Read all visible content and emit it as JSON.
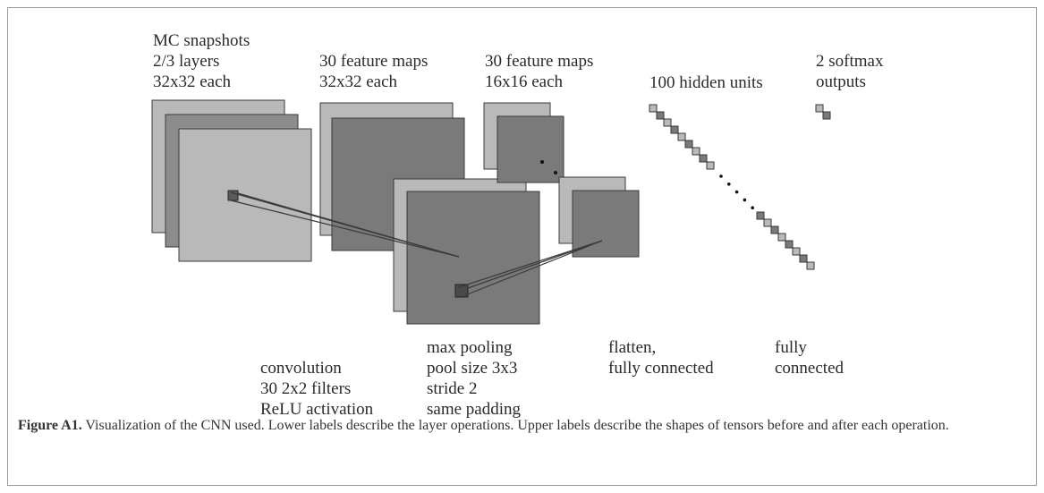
{
  "diagram": {
    "top_labels": {
      "input": [
        "MC snapshots",
        "2/3 layers",
        "32x32 each"
      ],
      "conv_out": [
        "30 feature maps",
        "32x32 each"
      ],
      "pool_out": [
        "30 feature maps",
        "16x16 each"
      ],
      "hidden": [
        "100 hidden units"
      ],
      "output": [
        "2 softmax",
        "outputs"
      ]
    },
    "bottom_labels": {
      "convolution": [
        "convolution",
        "30 2x2 filters",
        "ReLU activation"
      ],
      "pooling": [
        "max pooling",
        "pool size 3x3",
        "stride 2",
        "same padding"
      ],
      "flatten": [
        "flatten,",
        "fully connected"
      ],
      "fully": [
        "fully",
        "connected"
      ]
    },
    "colors": {
      "light": "#b9b9b9",
      "mid": "#8c8c8c",
      "dark": "#7a7a7a",
      "frame": "#3a3a3a"
    }
  },
  "caption": {
    "label": "Figure A1.",
    "text": "Visualization of the CNN used. Lower labels describe the layer operations. Upper labels describe the shapes of tensors before and after each operation."
  }
}
